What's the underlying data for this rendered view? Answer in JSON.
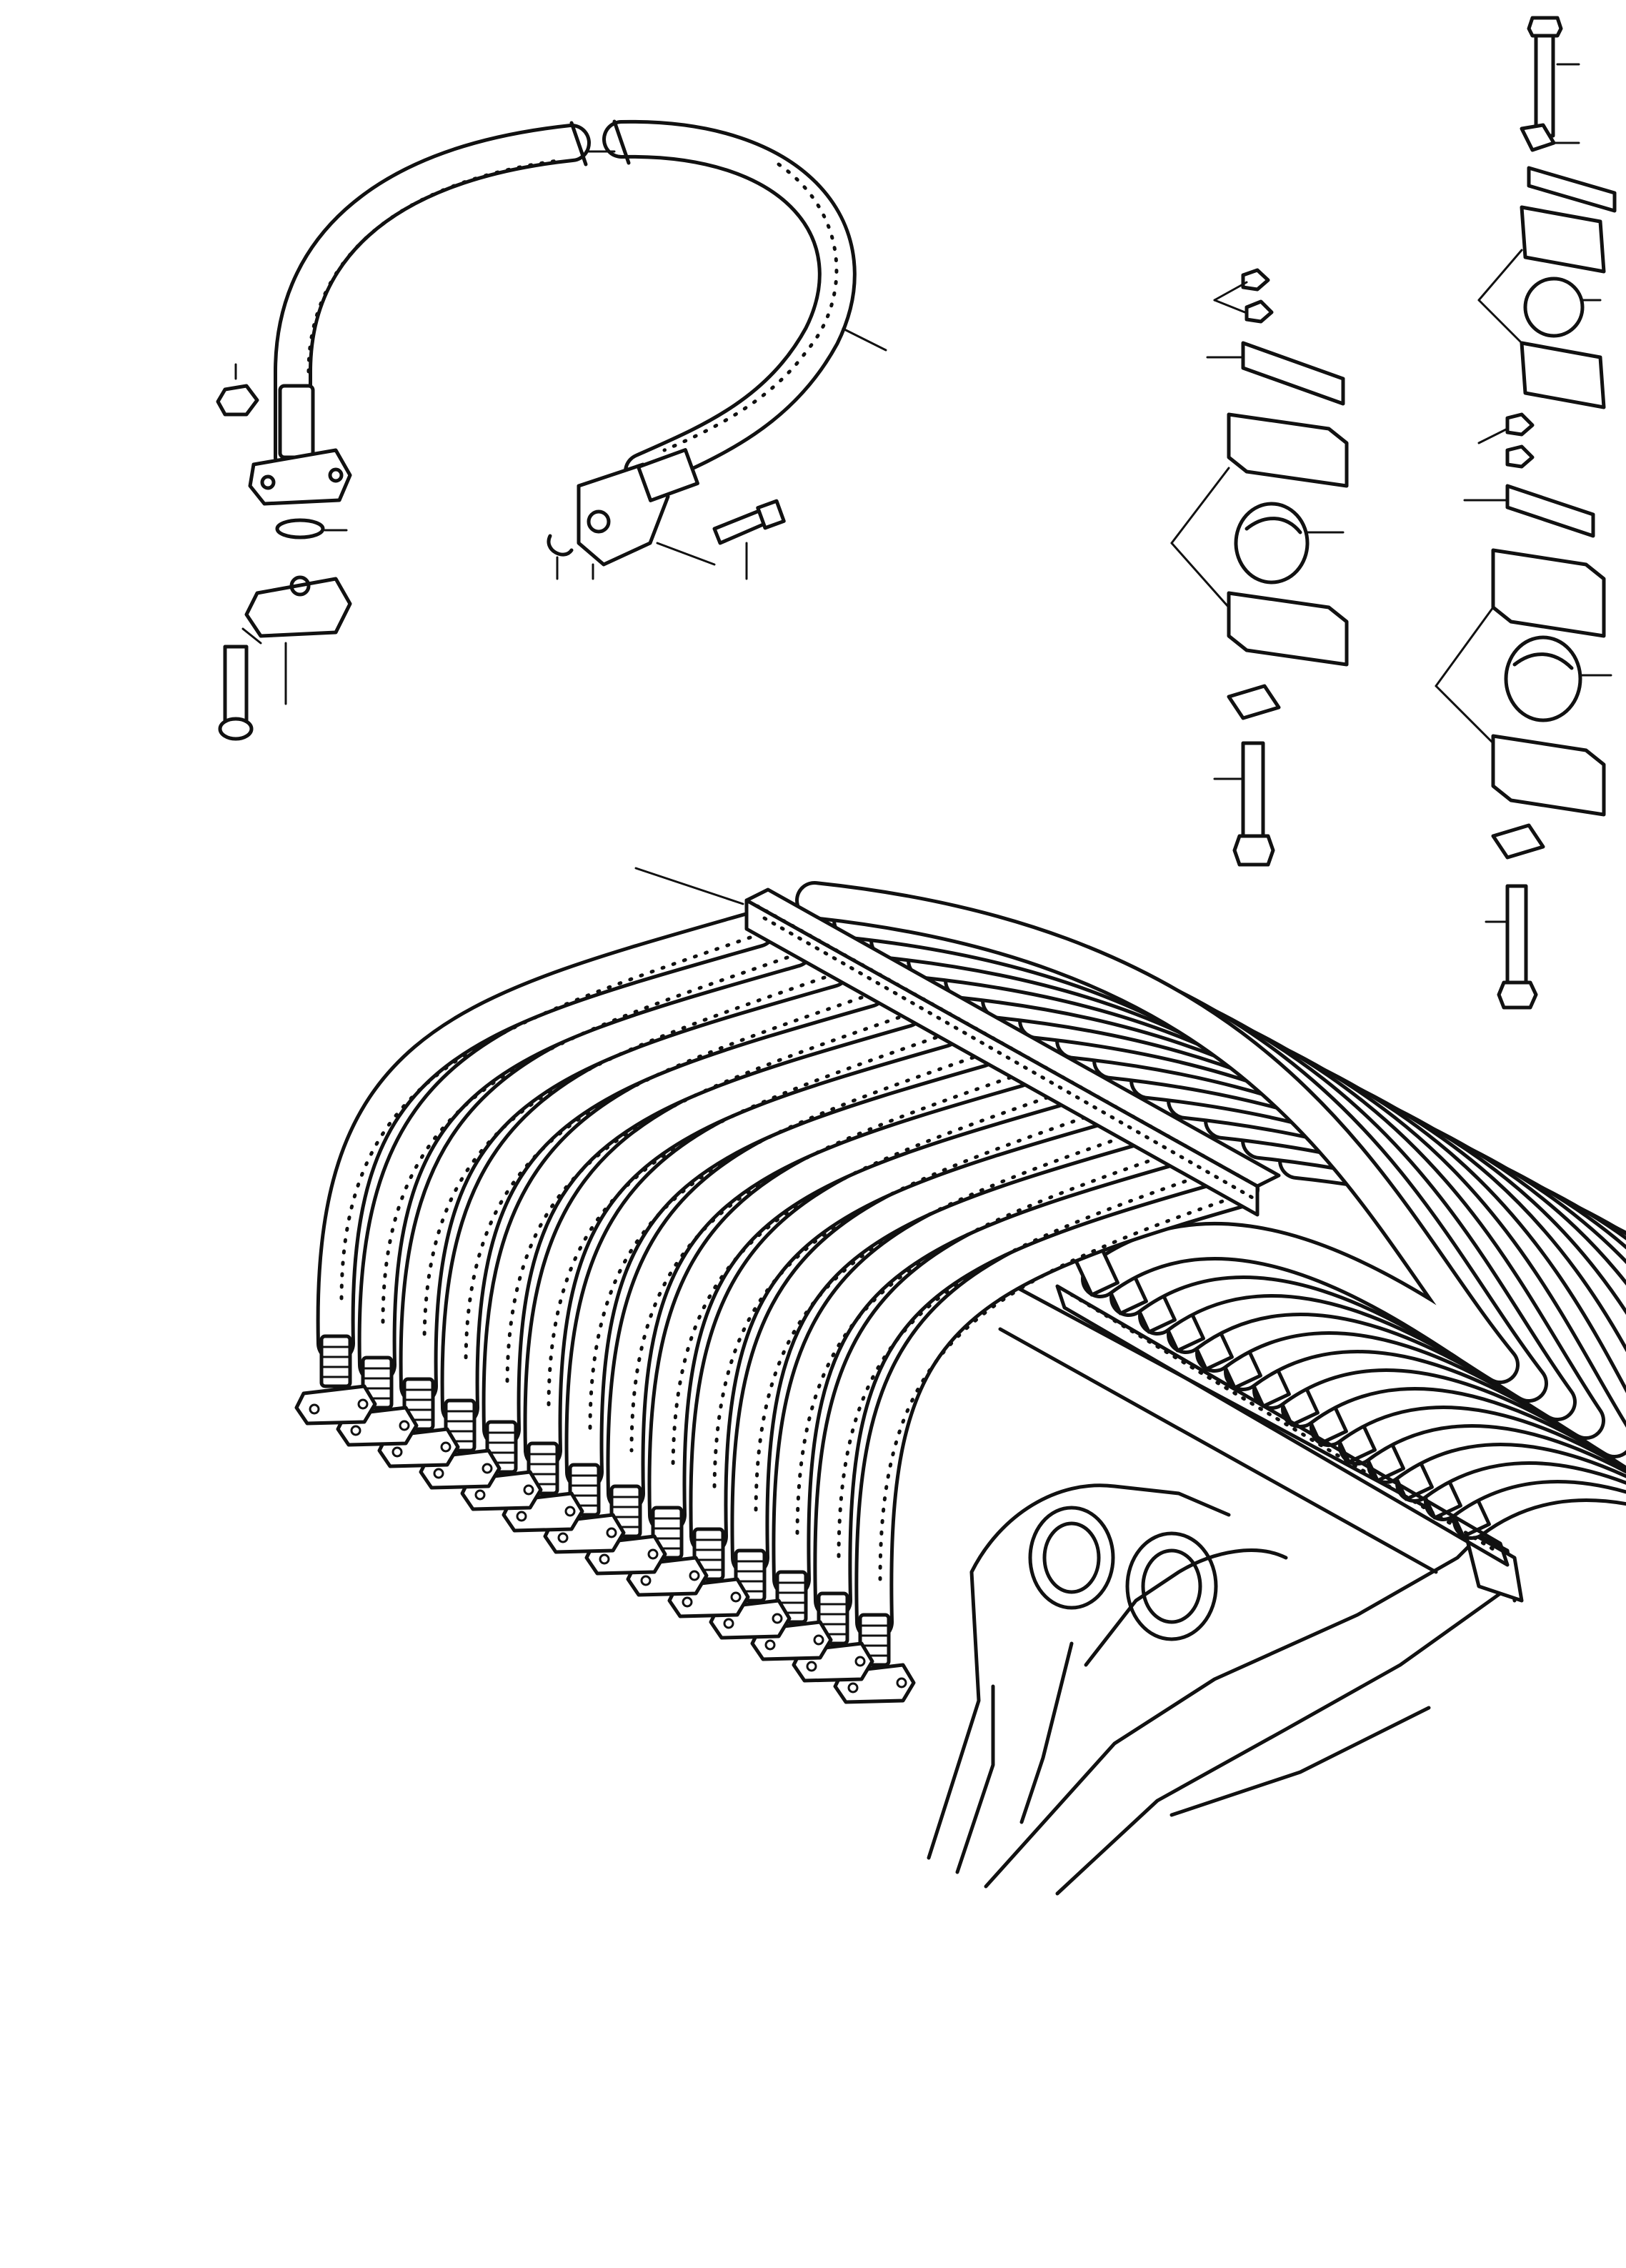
{
  "diagram": {
    "type": "exploded parts illustration",
    "colors": {
      "ink": "#111111",
      "paper": "#ffffff"
    },
    "assemblies": [
      "hydraulic-hose-assembly",
      "split-clamp-assembly-single",
      "split-clamp-assembly-double",
      "hose-bundle-on-boom"
    ],
    "callout_labels": []
  }
}
